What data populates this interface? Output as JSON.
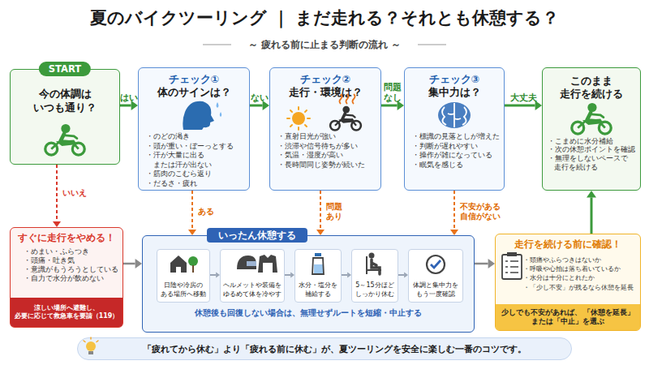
{
  "diagram": {
    "title": "夏のバイクツーリング ｜ まだ走れる？それとも休憩する？",
    "caption": "「疲れてから休む」より「疲れる前に休む」が、夏ツーリングを安全に楽しむ一番のコツです。",
    "nodes": [
      {
        "text": [
          "START",
          "今の体調は いつも通り？"
        ]
      },
      {
        "text": [
          "チェック①",
          "体のサインは？",
          "・のどの渇き",
          "・頭が重い・ぼーっとする",
          "・汗が大量に出る または汗が出ない",
          "・筋肉のこむら返り",
          "・だるさ・疲れ"
        ]
      },
      {
        "text": [
          "チェック②",
          "走行・環境は？",
          "・直射日光が強い",
          "・渋滞や信号待ちが多い",
          "・気温・湿度が高い",
          "・長時間同じ姿勢が続いた"
        ]
      },
      {
        "text": [
          "チェック③",
          "集中力は？",
          "・標識の見落としが増えた",
          "・判断が遅れやすい",
          "・操作が雑になっている",
          "・眠気を感じる"
        ]
      },
      {
        "text": [
          "このまま 走行を続ける",
          "・こまめに水分補給",
          "・次の休憩ポイントを確認",
          "・無理をしないペースで 走行を続ける"
        ]
      },
      {
        "text": [
          "すぐに走行をやめる！",
          "・めまい・ふらつき",
          "・頭痛・吐き気",
          "・意識がもうろうとしている",
          "・自力で水分が飲めない"
        ]
      },
      {
        "text": [
          "涼しい場所へ避難し、 必要に応じて救急車を要請（119）"
        ],
        "in": 5
      },
      {
        "text": [
          "いったん休憩する",
          "休憩後も回復しない場合は、無理せずルートを短縮・中止する"
        ]
      },
      {
        "text": [
          "日陰や冷房の ある場所へ移動"
        ],
        "in": 7
      },
      {
        "text": [
          "ヘルメットや装備を ゆるめて体を冷やす"
        ],
        "in": 7
      },
      {
        "text": [
          "水分・塩分を 補給する"
        ],
        "in": 7
      },
      {
        "text": [
          "5～15分ほど しっかり休む"
        ],
        "in": 7
      },
      {
        "text": [
          "体調と集中力を もう一度確認"
        ],
        "in": 7
      },
      {
        "text": [
          "走行を続ける前に確認！",
          "・頭痛やふらつきはないか",
          "・呼吸や心拍は落ち着いているか",
          "・水分は十分にとれたか",
          "・「少し不安」が残るなら休憩を延長"
        ]
      },
      {
        "text": [
          "少しでも不安があれば、 「休憩を延長」または「中止」を選ぶ"
        ],
        "in": 13
      }
    ],
    "edges": [
      {
        "from": 0,
        "to": 1,
        "label": "はい",
        "arrow": "to"
      },
      {
        "from": 1,
        "to": 2,
        "label": "ない",
        "arrow": "to"
      },
      {
        "from": 2,
        "to": 3,
        "label": "問題 なし",
        "arrow": "to"
      },
      {
        "from": 3,
        "to": 4,
        "label": "大丈夫",
        "arrow": "to"
      },
      {
        "from": 0,
        "to": 5,
        "label": "いいえ",
        "arrow": "to"
      },
      {
        "from": 1,
        "to": 7,
        "label": "ある",
        "arrow": "to"
      },
      {
        "from": 2,
        "to": 7,
        "label": "問題 あり",
        "arrow": "to"
      },
      {
        "from": 3,
        "to": 7,
        "label": "不安がある 自信がない",
        "arrow": "to"
      },
      {
        "from": 5,
        "to": 7,
        "arrow": "to"
      },
      {
        "from": 7,
        "to": 13,
        "arrow": "to"
      },
      {
        "from": 13,
        "to": 4,
        "arrow": "to"
      },
      {
        "from": 8,
        "to": 9,
        "arrow": "to"
      },
      {
        "from": 9,
        "to": 10,
        "arrow": "to"
      },
      {
        "from": 10,
        "to": 11,
        "arrow": "to"
      },
      {
        "from": 11,
        "to": 12,
        "arrow": "to"
      }
    ],
    "labels": [
      "～ 疲れる前に止まる判断の流れ ～"
    ]
  }
}
